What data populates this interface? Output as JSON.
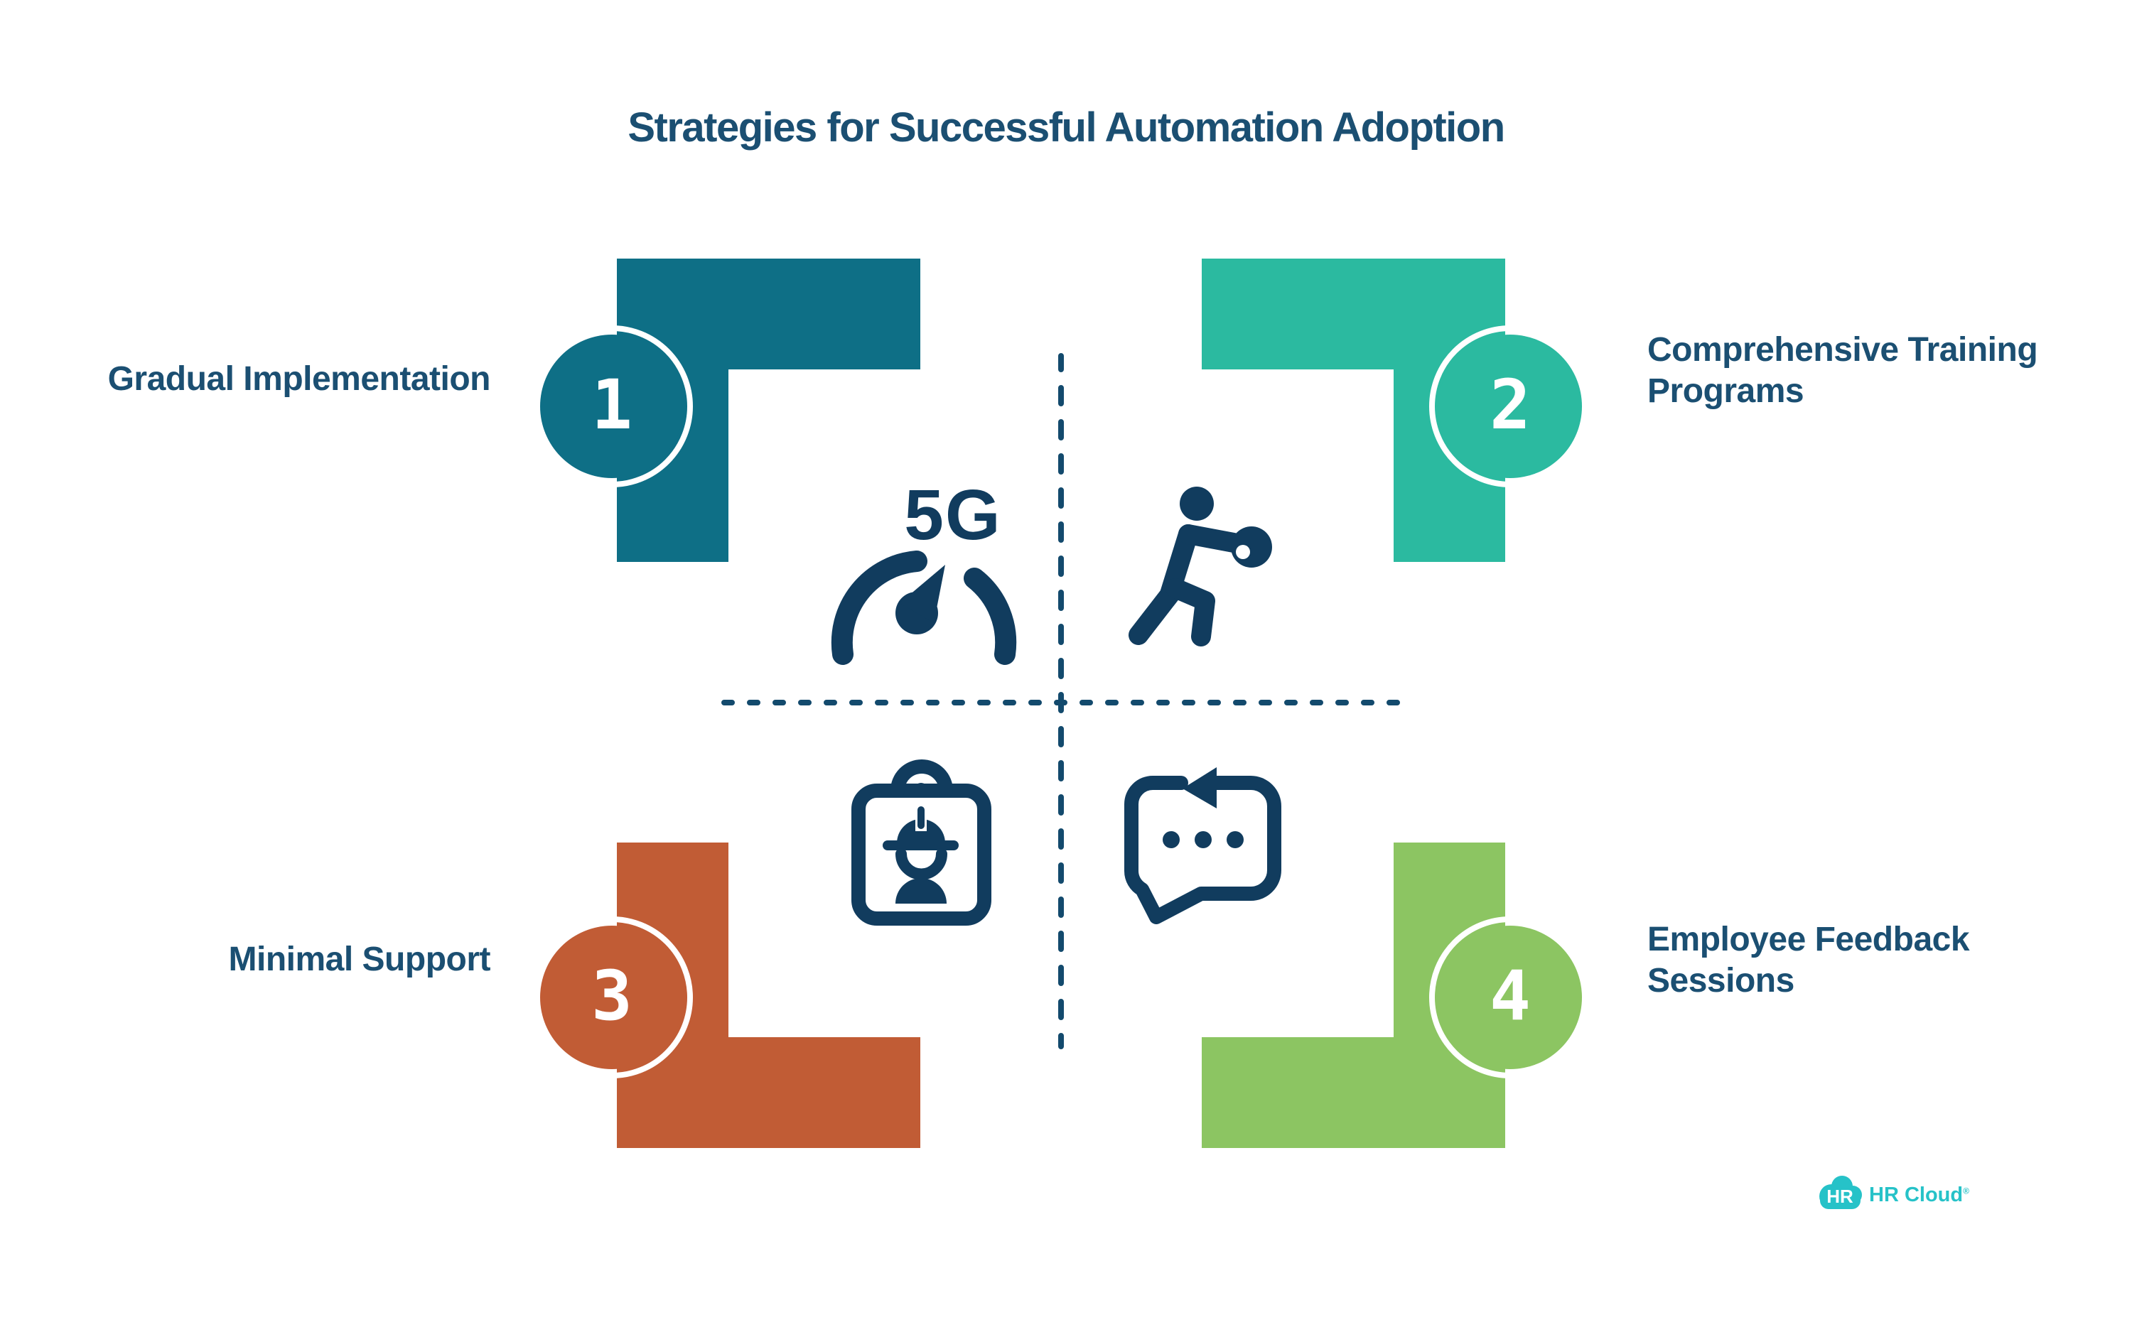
{
  "title": "Strategies for Successful Automation Adoption",
  "quadrants": [
    {
      "number": "1",
      "label": "Gradual Implementation",
      "color": "#0E6F86",
      "icon": "5g-speedometer-icon"
    },
    {
      "number": "2",
      "label": "Comprehensive Training Programs",
      "color": "#2BBAA0",
      "icon": "boxing-training-icon"
    },
    {
      "number": "3",
      "label": "Minimal Support",
      "color": "#C15C35",
      "icon": "worker-clipboard-icon"
    },
    {
      "number": "4",
      "label": "Employee Feedback Sessions",
      "color": "#8CC562",
      "icon": "feedback-chat-icon"
    }
  ],
  "center_icons": {
    "gauge_label": "5G"
  },
  "logo": {
    "badge_text": "HR",
    "wordmark": "HR Cloud",
    "registered_mark": "®",
    "color": "#26C2C8"
  },
  "colors": {
    "title_navy": "#1B4F72",
    "icon_navy": "#113C5E",
    "divider_navy": "#134A6D",
    "badge_ring": "#FFFFFF",
    "background": "#FFFFFF"
  }
}
